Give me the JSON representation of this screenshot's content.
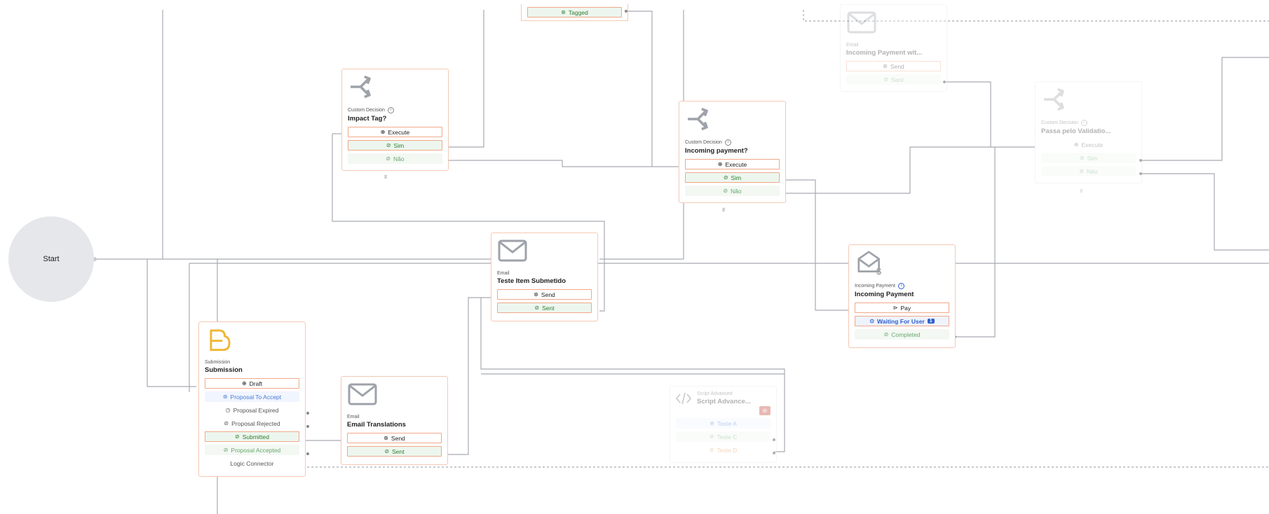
{
  "start": {
    "label": "Start"
  },
  "tagged_node": {
    "row": "Tagged"
  },
  "impact_tag": {
    "type": "Custom Decision",
    "name": "Impact Tag?",
    "rows": [
      "Execute",
      "Sim",
      "Não"
    ]
  },
  "incoming_payment_decision": {
    "type": "Custom Decision",
    "name": "Incoming payment?",
    "rows": [
      "Execute",
      "Sim",
      "Não"
    ]
  },
  "email_incoming_payment": {
    "type": "Email",
    "name": "Incoming Payment wit...",
    "rows": [
      "Send",
      "Sent"
    ]
  },
  "validation_decision": {
    "type": "Custom Decision",
    "name": "Passa pelo Validatio...",
    "rows": [
      "Execute",
      "Sim",
      "Não"
    ]
  },
  "email_teste_item": {
    "type": "Email",
    "name": "Teste Item Submetido",
    "rows": [
      "Send",
      "Sent"
    ]
  },
  "incoming_payment_node": {
    "type": "Incoming Payment",
    "name": "Incoming Payment",
    "rows": [
      "Pay",
      "Waiting For User",
      "Completed"
    ],
    "waiting_badge": "1"
  },
  "submission": {
    "type": "Submission",
    "name": "Submission",
    "rows": [
      "Draft",
      "Proposal To Accept",
      "Proposal Expired",
      "Proposal Rejected",
      "Submitted",
      "Proposal Accepted",
      "Logic Connector"
    ]
  },
  "email_translations": {
    "type": "Email",
    "name": "Email Translations",
    "rows": [
      "Send",
      "Sent"
    ]
  },
  "script_advanced": {
    "type": "Script Advanced",
    "name": "Script Advance...",
    "rows": [
      "Teste A",
      "Teste C",
      "Teste D"
    ]
  },
  "colors": {
    "node_border": "#f5c9b5",
    "action_border": "#f0a98b",
    "success_green": "#2e7d32",
    "link_blue": "#2f5fcf",
    "submission_icon": "#f0b530",
    "wire": "#a8abb2"
  },
  "icons": {
    "decision": "split-arrow-icon",
    "email": "envelope-icon",
    "payment": "envelope-dollar-icon",
    "submission": "submission-blob-icon",
    "script": "code-icon"
  }
}
